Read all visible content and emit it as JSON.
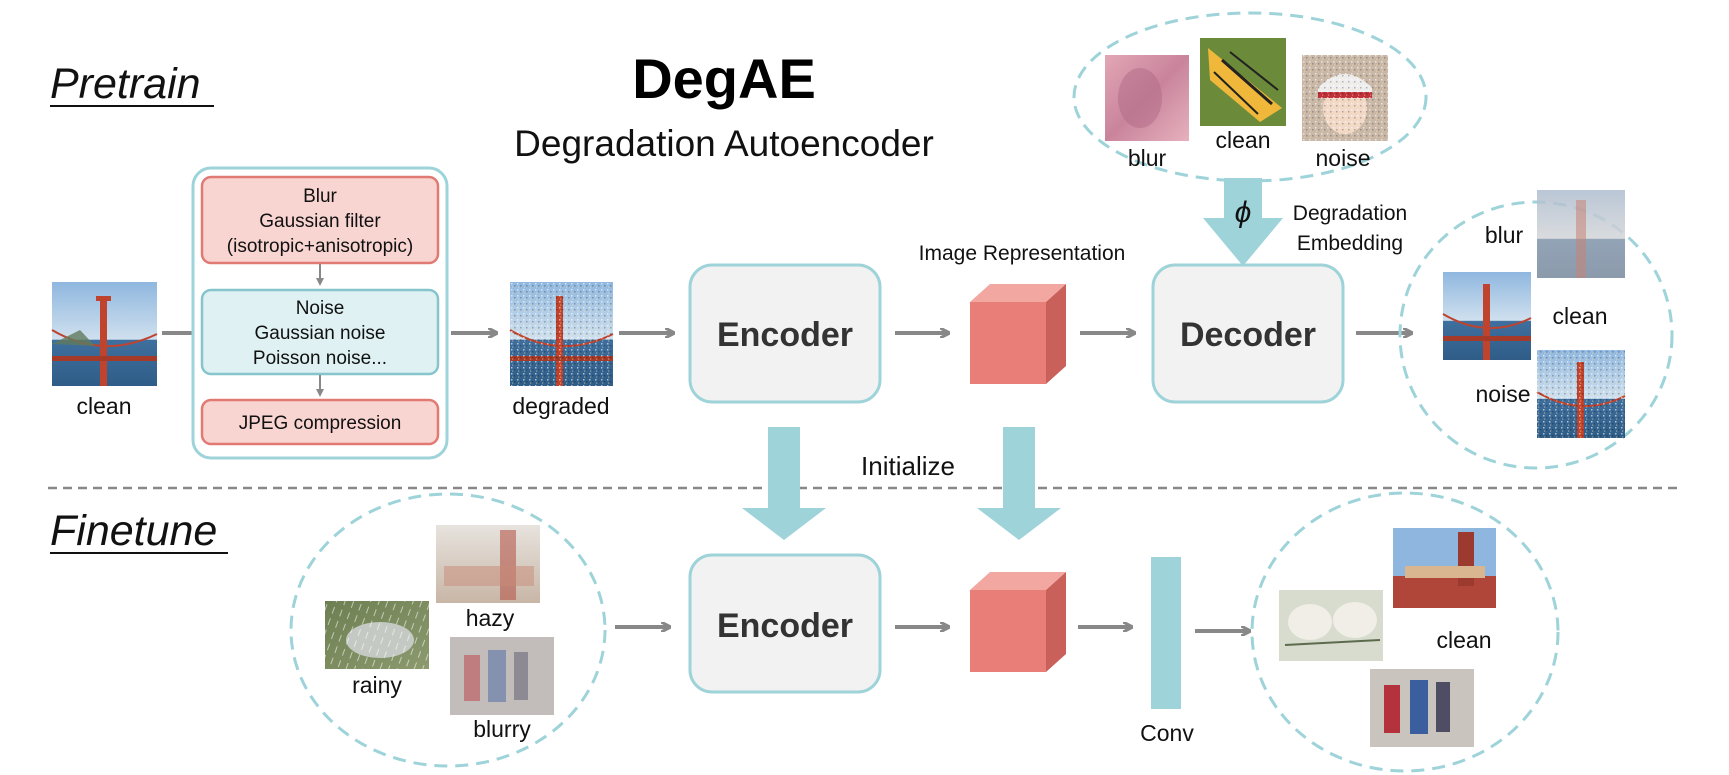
{
  "colors": {
    "teal": "#9dd3d9",
    "teal_dark": "#86c5cc",
    "panel_fill": "#f2f2f2",
    "deg_box_red_fill": "#f9d5d2",
    "deg_box_red_stroke": "#e27a74",
    "deg_box_teal_fill": "#dff1f3",
    "cube_front": "#e97e78",
    "cube_top": "#f3a7a1",
    "cube_side": "#c9605a",
    "arrow_gray": "#888888"
  },
  "title": {
    "main": "DegAE",
    "sub": "Degradation Autoencoder"
  },
  "stages": {
    "pretrain": "Pretrain",
    "finetune": "Finetune"
  },
  "pretrain": {
    "input_label": "clean",
    "degradation_steps": [
      {
        "lines": [
          "Blur",
          "Gaussian filter",
          "(isotropic+anisotropic)"
        ]
      },
      {
        "lines": [
          "Noise",
          "Gaussian noise",
          "Poisson noise..."
        ]
      },
      {
        "lines": [
          "JPEG compression"
        ]
      }
    ],
    "degraded_label": "degraded",
    "encoder_label": "Encoder",
    "representation_label": "Image Representation",
    "decoder_label": "Decoder",
    "embedding_symbol": "ϕ",
    "embedding_label_lines": [
      "Degradation",
      "Embedding"
    ],
    "embedding_examples": [
      "blur",
      "clean",
      "noise"
    ],
    "outputs": [
      "blur",
      "clean",
      "noise"
    ]
  },
  "initialize_label": "Initialize",
  "finetune": {
    "inputs": [
      "hazy",
      "rainy",
      "blurry"
    ],
    "encoder_label": "Encoder",
    "conv_label": "Conv",
    "output_label": "clean"
  }
}
